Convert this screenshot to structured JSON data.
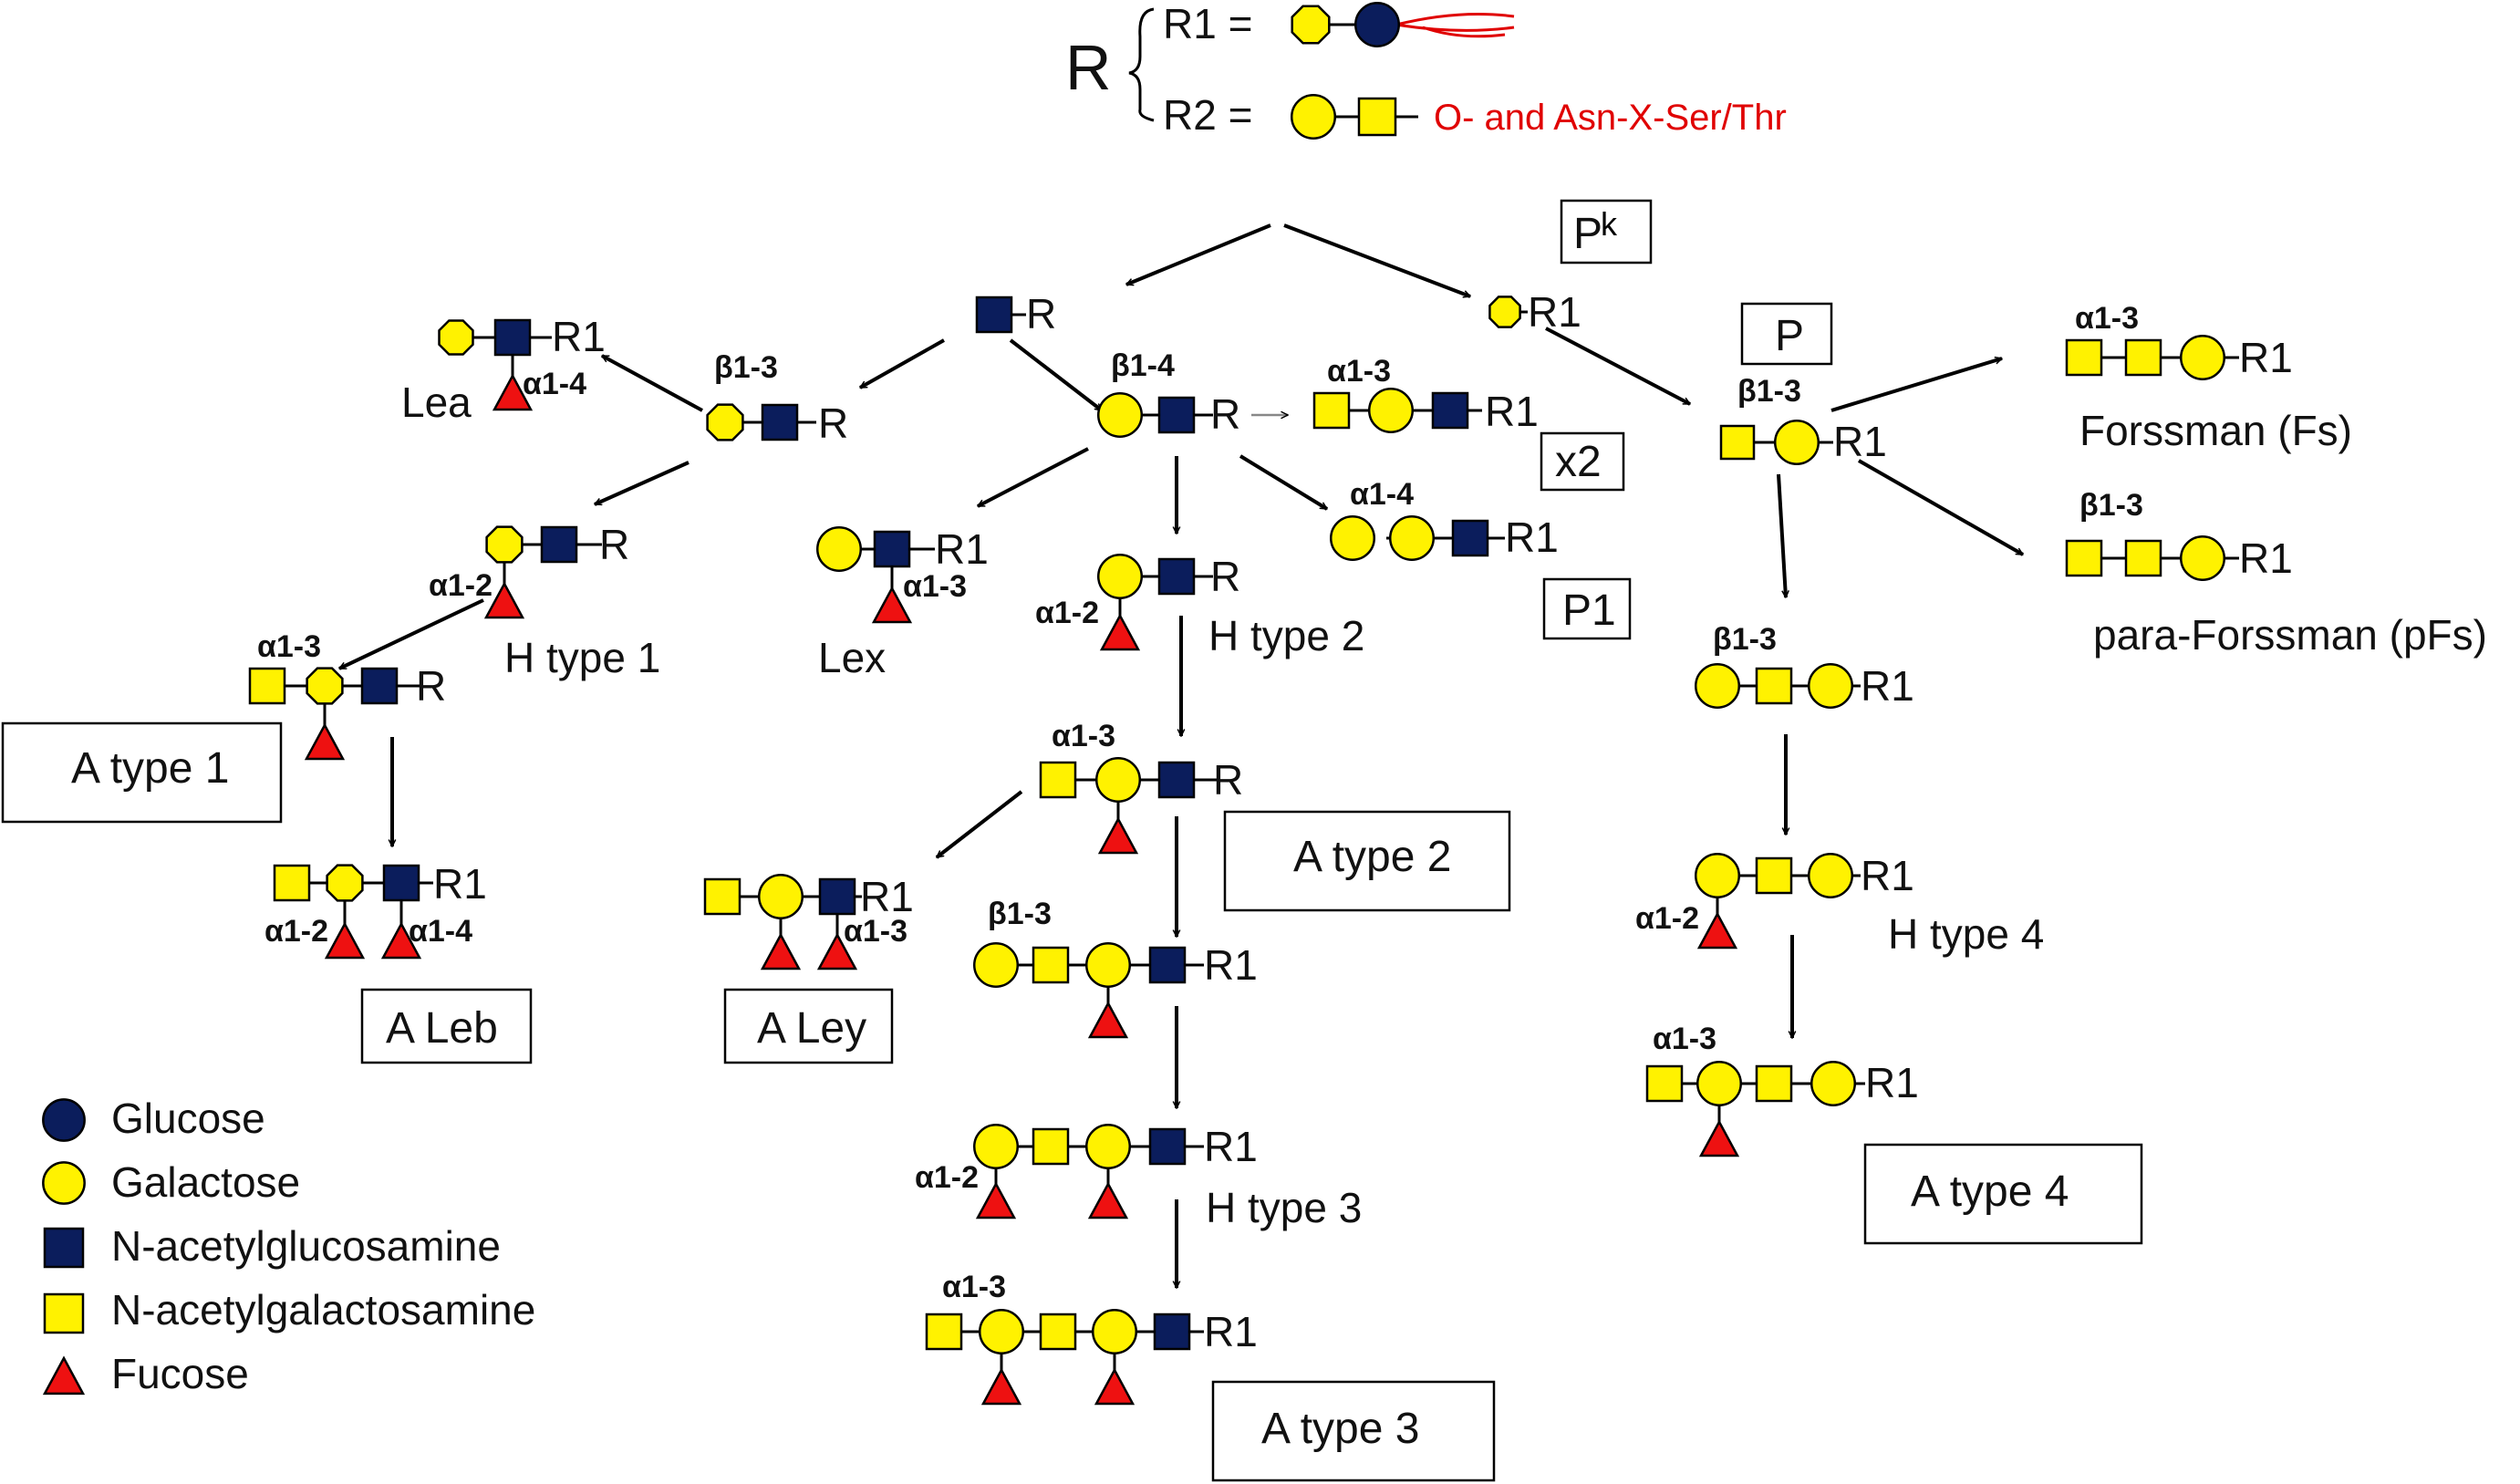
{
  "colors": {
    "galactose": "#FFF200",
    "glucose": "#0B1D5C",
    "glcnac": "#0B1D5C",
    "galnac": "#FFF200",
    "fucose": "#EE1111",
    "stroke": "#000000",
    "red_text": "#E00000"
  },
  "header": {
    "r": "R",
    "r1_label": "R1 =",
    "r2_label": "R2 =",
    "r2_note": "O- and Asn-X-Ser/Thr"
  },
  "aglycon": {
    "r": "R",
    "r1": "R1"
  },
  "linkages": {
    "b1_3": "β1-3",
    "b1_4": "β1-4",
    "a1_2": "α1-2",
    "a1_3": "α1-3",
    "a1_4": "α1-4"
  },
  "names": {
    "lea": "Lea",
    "lex": "Lex",
    "h_type_1": "H type 1",
    "h_type_2": "H type 2",
    "h_type_3": "H type 3",
    "h_type_4": "H type 4",
    "forssman": "Forssman (Fs)",
    "para_forssman": "para-Forssman (pFs)"
  },
  "boxes": {
    "pk_main": "P",
    "pk_sup": "k",
    "p": "P",
    "x2": "x2",
    "p1": "P1",
    "a_type_1": "A type 1",
    "a_type_2": "A type 2",
    "a_type_3": "A type 3",
    "a_type_4": "A type 4",
    "a_leb": "A Leb",
    "a_ley": "A Ley"
  },
  "legend": [
    {
      "icon": "glucose",
      "label": "Glucose"
    },
    {
      "icon": "galactose",
      "label": "Galactose"
    },
    {
      "icon": "glcnac",
      "label": "N-acetylglucosamine"
    },
    {
      "icon": "galnac",
      "label": "N-acetylgalactosamine"
    },
    {
      "icon": "fucose",
      "label": "Fucose"
    }
  ]
}
